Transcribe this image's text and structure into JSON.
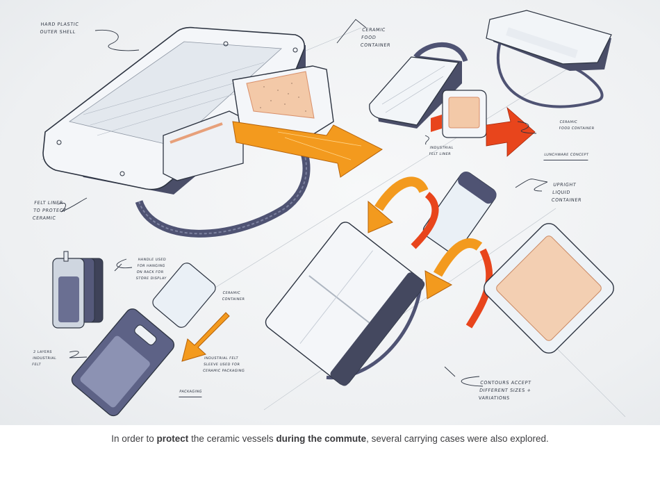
{
  "sketch": {
    "colors": {
      "background": "#eef0f2",
      "ink": "#2c3340",
      "case_shell": "#f4f6f9",
      "case_shadow": "#4a4e68",
      "strap": "#55597a",
      "ceramic": "#f3c9a8",
      "arrow_orange": "#f39a1e",
      "arrow_red": "#e8451c"
    },
    "annotations": {
      "hard_plastic": "Hard plastic\nouter shell",
      "ceramic_food_container_top": "Ceramic\nfood\ncontainer",
      "ceramic_food_container_right": "Ceramic\nfood container",
      "industrial_felt_liner": "Industrial\nfelt liner",
      "lunchware_concept": "Lunchware    concept",
      "upright_liquid": "Upright\nliquid\ncontainer",
      "felt_liner": "Felt liner\nto protect\nceramic",
      "handle_used": "Handle used\nfor hanging\non rack for\nstore display",
      "ceramic_container_mid": "Ceramic\ncontainer",
      "two_layers": "2 layers\nindustrial\nfelt",
      "industrial_felt_sleeve": "Industrial felt\nsleeve used for\nceramic packaging",
      "packaging": "Packaging",
      "contours": "Contours accept\ndifferent sizes +\nvariations"
    }
  },
  "caption": {
    "part1": "In order to ",
    "bold1": "protect",
    "part2": " the ceramic vessels ",
    "bold2": "during the commute",
    "part3": ", several carrying cases were also explored."
  }
}
